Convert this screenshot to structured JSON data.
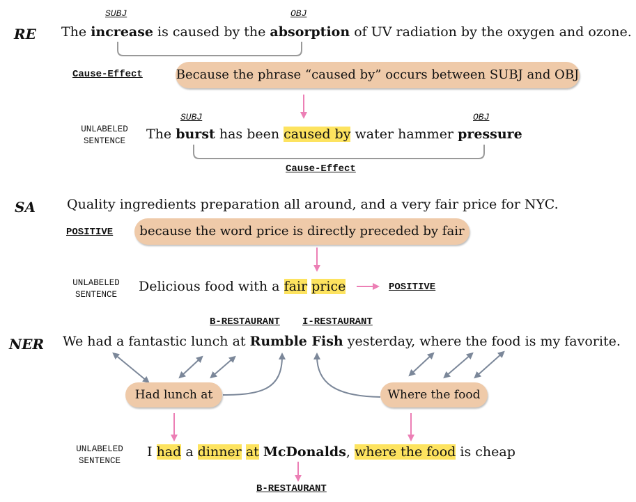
{
  "re": {
    "tag": "RE",
    "subj_label": "SUBJ",
    "obj_label": "OBJ",
    "sentence": {
      "w1": "The",
      "w2": "increase",
      "w3": "is caused by the",
      "w4": "absorption",
      "w5": "of UV radiation by the oxygen and ozone."
    },
    "label": "Cause-Effect",
    "explanation": "Because the phrase “caused by” occurs between SUBJ and OBJ",
    "unlabeled_line1": "UNLABELED",
    "unlabeled_line2": "SENTENCE",
    "unlabeled_subj": "SUBJ",
    "unlabeled_obj": "OBJ",
    "unlabeled_sentence": {
      "w1": "The",
      "w2": "burst",
      "w3": "has been",
      "w4": "caused by",
      "w5": "water hammer",
      "w6": "pressure"
    },
    "result_label": "Cause-Effect"
  },
  "sa": {
    "tag": "SA",
    "sentence": "Quality ingredients preparation all around, and a very fair price for NYC.",
    "label": "POSITIVE",
    "explanation": "because the word price is directly preceded by fair",
    "unlabeled_line1": "UNLABELED",
    "unlabeled_line2": "SENTENCE",
    "unlabeled_sentence": {
      "w1": "Delicious food with a",
      "w2": "fair",
      "w3": "price"
    },
    "result_label": "POSITIVE"
  },
  "ner": {
    "tag": "NER",
    "b_label": "B-RESTAURANT",
    "i_label": "I-RESTAURANT",
    "sentence": {
      "w1": "We had a fantastic lunch at",
      "w2": "Rumble Fish",
      "w3": "yesterday, where the food is my favorite."
    },
    "rule1": "Had lunch at",
    "rule2": "Where the food",
    "unlabeled_line1": "UNLABELED",
    "unlabeled_line2": "SENTENCE",
    "unlabeled_sentence": {
      "w1": "I",
      "w2": "had",
      "w3": "a",
      "w4": "dinner",
      "w5": "at",
      "w6": "McDonalds",
      "w7": ",",
      "w8": "where the food",
      "w9": "is cheap"
    },
    "result_label": "B-RESTAURANT"
  },
  "colors": {
    "pill": "#efcaa9",
    "highlight": "#fde35f",
    "pink_arrow": "#ec7fb5",
    "gray_arrow": "#7b8799",
    "bracket": "#999999"
  }
}
